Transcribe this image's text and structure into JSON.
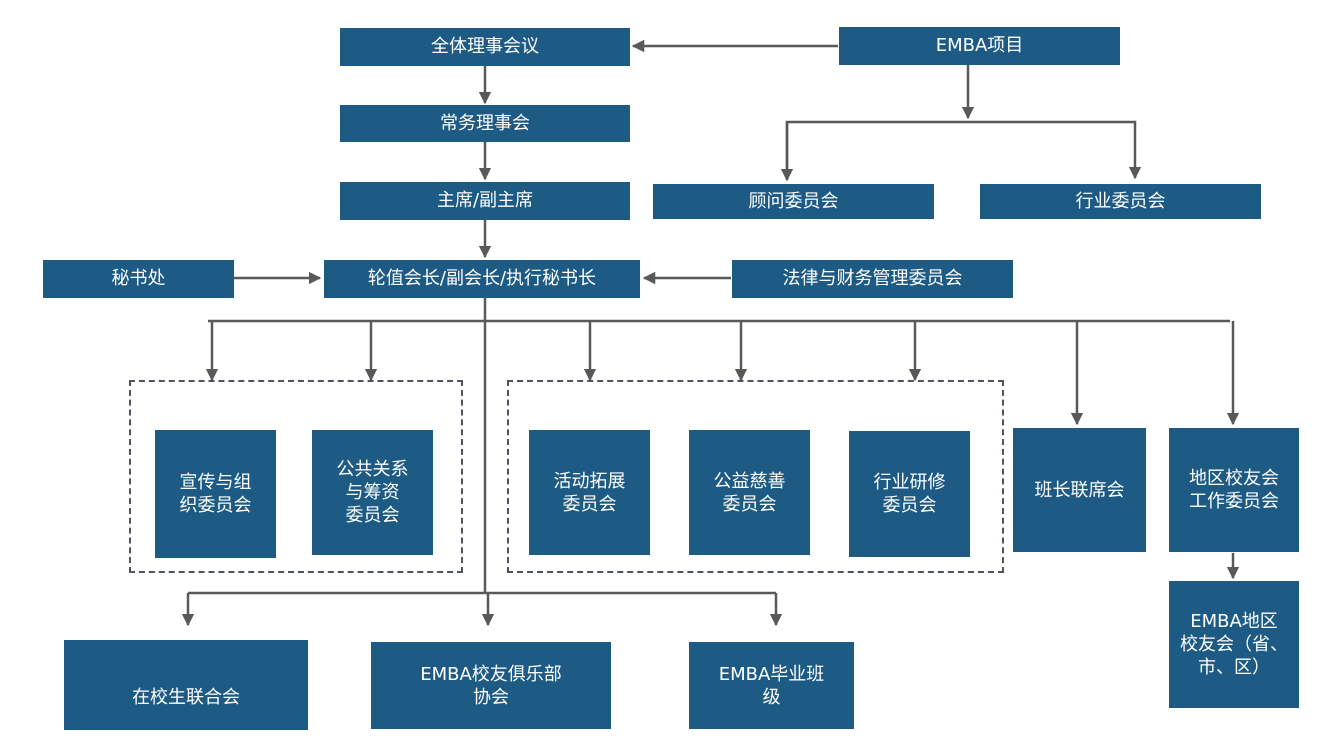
{
  "org_chart": {
    "board": "全体理事会议",
    "emba_project": "EMBA项目",
    "standing": "常务理事会",
    "chairs": "主席/副主席",
    "advisory": "顾问委员会",
    "industry": "行业委员会",
    "secretariat": "秘书处",
    "rotating": "轮值会长/副会长/执行秘书长",
    "legal_finance": "法律与财务管理委员会",
    "publicity": [
      "宣传与组",
      "织委员会"
    ],
    "public_relations": [
      "公共关系",
      "与筹资",
      "委员会"
    ],
    "activities": [
      "活动拓展",
      "委员会"
    ],
    "charity": [
      "公益慈善",
      "委员会"
    ],
    "industry_research": [
      "行业研修",
      "委员会"
    ],
    "class_monitors": "班长联席会",
    "regional_work": [
      "地区校友会",
      "工作委员会"
    ],
    "regional_emba": [
      "EMBA地区",
      "校友会（省、",
      "市、区）"
    ],
    "students": "在校生联合会",
    "club": [
      "EMBA校友俱乐部",
      "协会"
    ],
    "graduates": [
      "EMBA毕业班",
      "级"
    ]
  }
}
